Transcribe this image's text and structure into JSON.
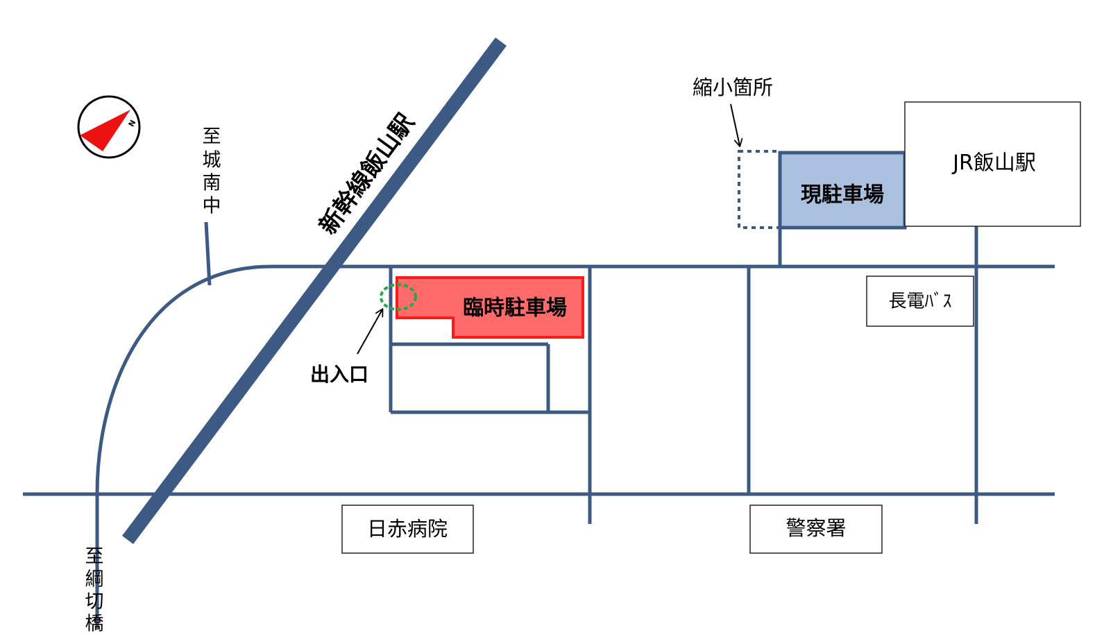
{
  "colors": {
    "road": "#3d5a84",
    "temporary_parking_fill": "#ff6b6b",
    "temporary_parking_border": "#ff1a1a",
    "current_parking_fill": "#a9c1de",
    "entrance_marker": "#22aa44",
    "compass_needle": "#ee1111"
  },
  "labels": {
    "shinkansen": "新幹線飯山駅",
    "to_jonan_chu": [
      "至",
      "城",
      "南",
      "中"
    ],
    "to_tsunakiri_bashi": [
      "至",
      "綱",
      "切",
      "橋"
    ],
    "entrance": "出入口",
    "temporary_parking": "臨時駐車場",
    "current_parking": "現駐車場",
    "reduced_area": "縮小箇所",
    "jr_station": "JR飯山駅",
    "nagaden_bus": "長電ﾊﾞｽ",
    "red_cross_hospital": "日赤病院",
    "police_station": "警察署",
    "compass_n": "N"
  },
  "icons": {
    "compass": "compass-north-icon",
    "entrance_arrow": "arrow-icon",
    "reduced_area_arrow": "arrow-icon"
  }
}
